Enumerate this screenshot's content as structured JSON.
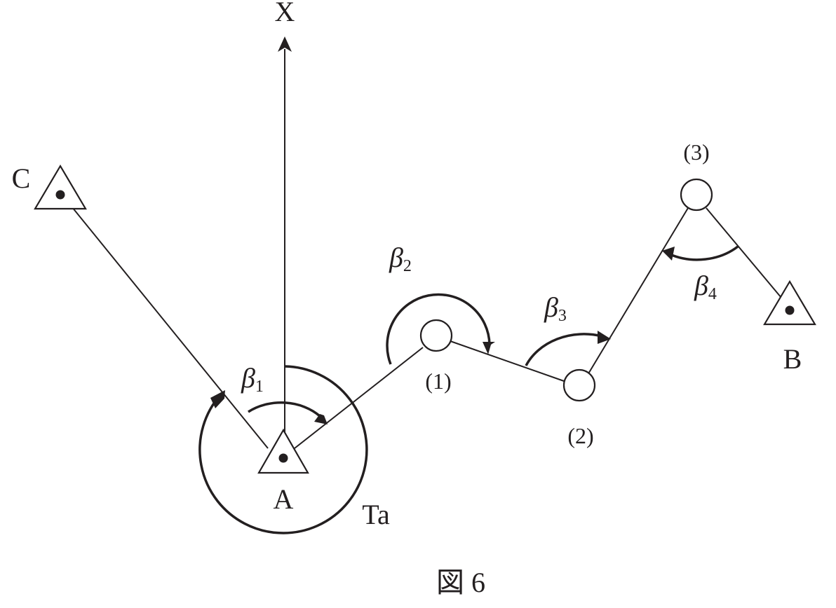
{
  "figure": {
    "caption": "図 6",
    "axis_label": "X",
    "points": {
      "A": "A",
      "B": "B",
      "C": "C",
      "p1": "(1)",
      "p2": "(2)",
      "p3": "(3)"
    },
    "azimuth_label": "Ta",
    "angles": [
      {
        "symbol": "β",
        "index": "1"
      },
      {
        "symbol": "β",
        "index": "2"
      },
      {
        "symbol": "β",
        "index": "3"
      },
      {
        "symbol": "β",
        "index": "4"
      }
    ]
  },
  "colors": {
    "ink": "#231f20",
    "background": "#ffffff"
  }
}
